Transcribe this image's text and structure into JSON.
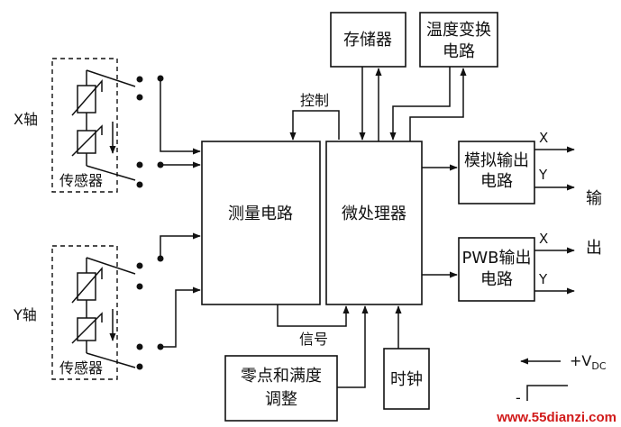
{
  "blocks": {
    "memory": "存储器",
    "temp_line1": "温度变换",
    "temp_line2": "电路",
    "measure": "测量电路",
    "micro": "微处理器",
    "analog_line1": "模拟输出",
    "analog_line2": "电路",
    "pwb_line1": "PWB输出",
    "pwb_line2": "电路",
    "zero_line1": "零点和满度",
    "zero_line2": "调整",
    "clock": "时钟"
  },
  "labels": {
    "x_axis": "X轴",
    "y_axis": "Y轴",
    "sensor_top": "传感器",
    "sensor_bottom": "传感器",
    "control": "控制",
    "signal": "信号",
    "analog_x": "X",
    "analog_y": "Y",
    "pwb_x": "X",
    "pwb_y": "Y",
    "output_1": "输",
    "output_2": "出",
    "vdc_prefix": "+V",
    "vdc_sub": "DC",
    "ground_sign": "-"
  },
  "watermark": "www.55dianzi.com",
  "colors": {
    "line": "#111111",
    "watermark": "#d11a1a"
  }
}
